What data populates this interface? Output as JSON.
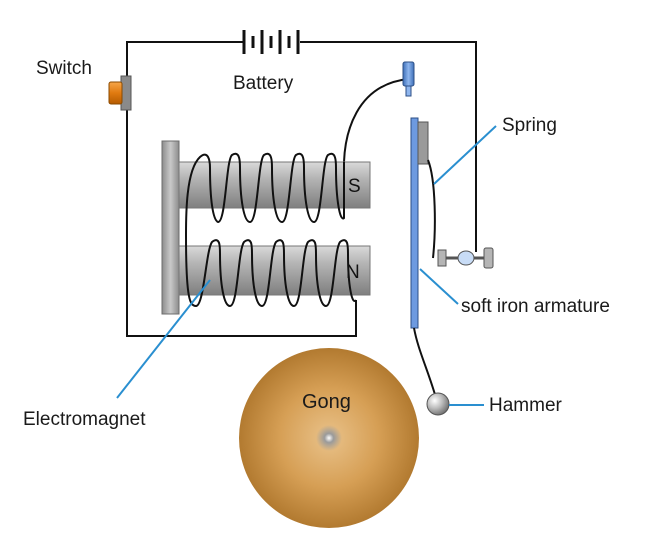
{
  "labels": {
    "switch": "Switch",
    "battery": "Battery",
    "spring": "Spring",
    "soft_iron_armature": "soft iron armature",
    "electromagnet": "Electromagnet",
    "hammer": "Hammer",
    "gong": "Gong",
    "pole_s": "S",
    "pole_n": "N"
  },
  "colors": {
    "wire": "#111111",
    "leader_line": "#2a8fd0",
    "armature": "#5b8ed6",
    "switch_button": "#e07a10",
    "gong": "#c88a3c",
    "core": "#9a9a9a"
  },
  "icons": [
    "battery-icon",
    "switch-icon",
    "coil-icon",
    "gong-icon",
    "hammer-icon",
    "spring-icon",
    "contact-screw-icon"
  ]
}
